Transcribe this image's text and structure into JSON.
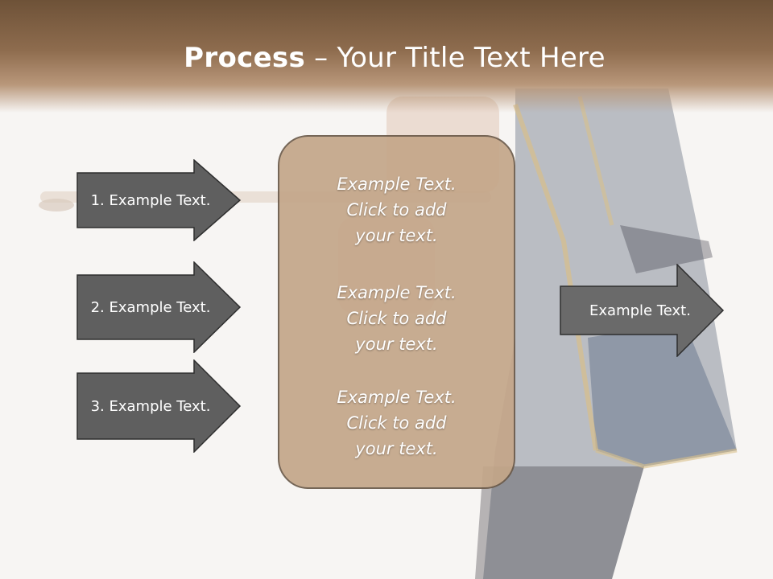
{
  "title": {
    "bold": "Process",
    "rest": " – Your Title Text Here"
  },
  "left_steps": [
    {
      "label": "1. Example Text."
    },
    {
      "label": "2. Example Text."
    },
    {
      "label": "3. Example Text."
    }
  ],
  "center_box": {
    "blocks": [
      {
        "text": "Example Text.\nClick  to add\nyour text."
      },
      {
        "text": "Example Text.\nClick  to add\nyour text."
      },
      {
        "text": "Example Text.\nClick  to add\nyour text."
      }
    ]
  },
  "output_arrow": {
    "label": "Example Text."
  },
  "colors": {
    "header": "#8e6c4e",
    "arrow_fill": "#5f5f5f",
    "box_fill": "#c4a689"
  }
}
